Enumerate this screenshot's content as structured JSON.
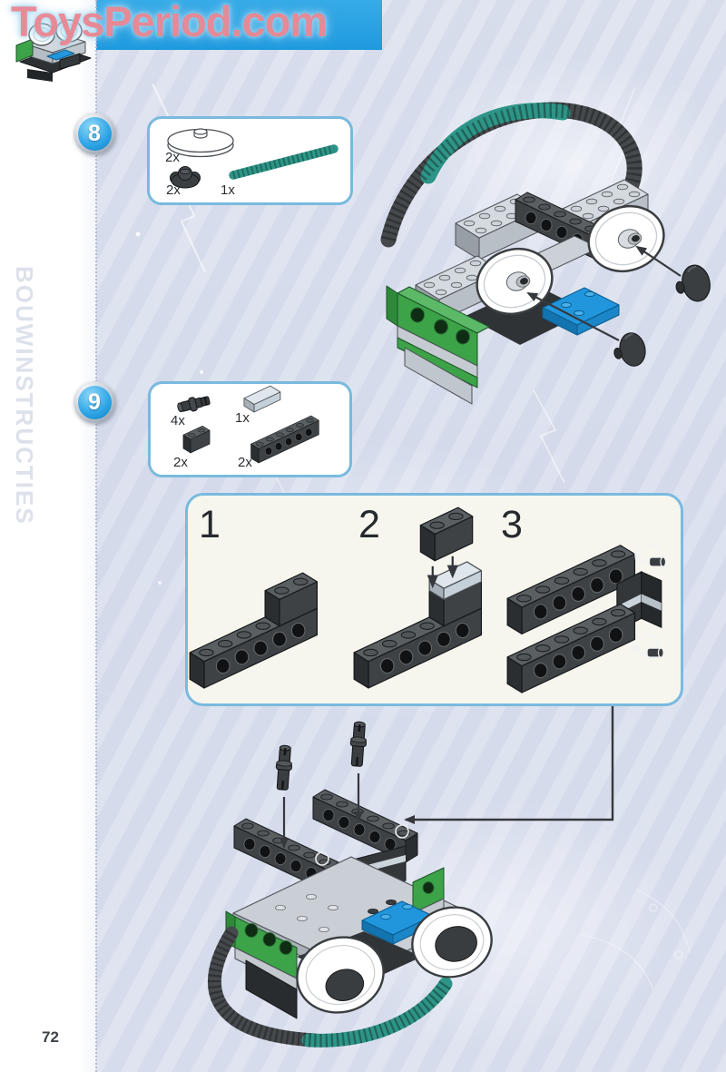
{
  "page": {
    "watermark": "ToysPeriod.com",
    "sidebar_vertical_label": "BOUWINSTRUCTIES",
    "number": "72"
  },
  "colors": {
    "banner_blue": "#2BA3E3",
    "watermark_pink": "#F0808A",
    "badge_blue": "#2EA6E6",
    "box_border_blue": "#79BADE",
    "assembly_box_fill": "#F7F6EE",
    "lego_green": "#3CA348",
    "lego_teal_hose": "#2D9587",
    "lego_dark_hose": "#45494C",
    "lego_blue_plate": "#2196DD",
    "lego_dark_gray": "#3E4245",
    "lego_light_gray": "#C6CBD1"
  },
  "steps": [
    {
      "number": "8",
      "parts": [
        {
          "name": "round dish 2x2 white",
          "qty": "2x"
        },
        {
          "name": "wheel hub black",
          "qty": "2x"
        },
        {
          "name": "ribbed hose green",
          "qty": "1x"
        }
      ]
    },
    {
      "number": "9",
      "parts": [
        {
          "name": "connector pin black",
          "qty": "4x"
        },
        {
          "name": "plate 1x2 light gray",
          "qty": "1x"
        },
        {
          "name": "brick 1x2 dark gray",
          "qty": "2x"
        },
        {
          "name": "technic brick 1x6 dark gray",
          "qty": "2x"
        }
      ]
    }
  ],
  "assembly_box": {
    "substeps": [
      {
        "label": "1"
      },
      {
        "label": "2"
      },
      {
        "label": "3"
      }
    ]
  }
}
